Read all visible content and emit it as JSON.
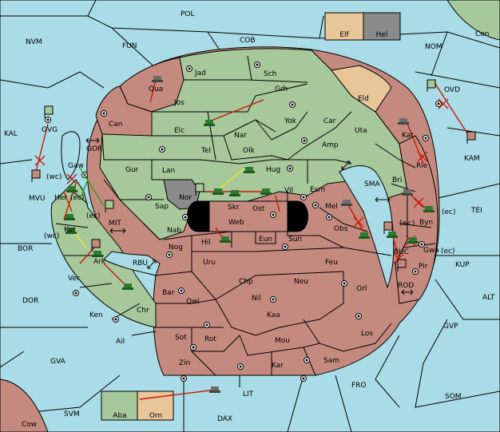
{
  "colors": {
    "sea": "#a9dce6",
    "green_power": "#a6c89a",
    "red_power": "#c58a7f",
    "tan_power": "#e8c69a",
    "gray_power": "#8a8a8a",
    "order_move": "#c8190a",
    "order_support": "#f2ea1c",
    "order_convoy": "#1aa31a"
  },
  "legend": {
    "top": [
      "Elf",
      "Hel"
    ],
    "bottom": [
      "Aba",
      "Orn"
    ]
  },
  "provinces": {
    "POL": "POL",
    "CON": "Con",
    "NVM": "NVM",
    "FUN": "FUN",
    "COB": "COB",
    "NOM": "NOM",
    "KAL": "KAL",
    "OVD": "OVD",
    "KAM": "KAM",
    "TEI": "TEI",
    "BOR": "BOR",
    "DOR": "DOR",
    "MIT": "MIT",
    "RBU": "RBU",
    "GOR": "GOR",
    "GVG": "GVG",
    "MVU": "MVU",
    "SMA": "SMA",
    "KUP": "KUP",
    "ALT": "ALT",
    "GVP": "GVP",
    "ROD": "ROD",
    "BUC": "BUC",
    "GVA": "GVA",
    "SVM": "SVM",
    "LIT": "LIT",
    "FRO": "FRO",
    "DAX": "DAX",
    "SOM": "SOM",
    "COW": "Cow",
    "JAD": "Jad",
    "SCH": "Sch",
    "QUA": "Qua",
    "JOS": "Jos",
    "GRH": "Grh",
    "ELD": "Eld",
    "CAN": "Can",
    "ELC": "Elc",
    "NAR": "Nar",
    "YOK": "Yok",
    "CAR": "Car",
    "UTA": "Uta",
    "KAT": "Kat",
    "TEL": "Tel",
    "OLK": "Olk",
    "AMP": "Amp",
    "GUR": "Gur",
    "LAN": "Lan",
    "HUG": "Hug",
    "BRI": "Bri",
    "RIE": "Rie",
    "GAW": "Gaw",
    "HER": "Her",
    "NOR": "Nor",
    "SKR": "Skr",
    "VIL": "Vil",
    "ESM": "Esm",
    "SAP": "Sap",
    "WEB": "Web",
    "OST": "Ost",
    "MEL": "Mel",
    "BYN": "Byn",
    "KOR": "Kor",
    "NAB": "Nab",
    "HIL": "Hil",
    "EUN": "Eun",
    "SUN": "Sun",
    "OBS": "Obs",
    "GWA": "Gwa",
    "ARK": "Ark",
    "NOG": "Nog",
    "URU": "Uru",
    "FEU": "Feu",
    "PIR": "Pir",
    "VER": "Ver",
    "CHP": "Chp",
    "NEU": "Neu",
    "BAR": "Bar",
    "QWI": "Qwi",
    "NIL": "Nil",
    "ORL": "Orl",
    "CHR": "Chr",
    "KEN": "Ken",
    "KAA": "Kaa",
    "AIL": "Ail",
    "SOT": "Sot",
    "ROT": "Rot",
    "MOU": "Mou",
    "LOS": "Los",
    "ZIN": "Zin",
    "KAR": "Kar",
    "SAM": "Sam"
  },
  "coast_tags": {
    "mvu_wc": "(wc)",
    "her_ec": "(ec)",
    "kor_ec": "(ec)",
    "kor_wc": "(wc)",
    "byn_wc": "(wc)",
    "byn_ec": "(ec)",
    "gwa_ec": "(ec)"
  }
}
